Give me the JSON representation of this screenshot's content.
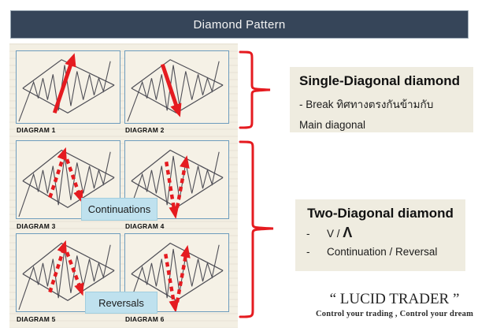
{
  "header": {
    "title": "Diamond Pattern"
  },
  "diagrams": [
    {
      "label": "DIAGRAM 1",
      "arrow": "solid-up"
    },
    {
      "label": "DIAGRAM 2",
      "arrow": "solid-down"
    },
    {
      "label": "DIAGRAM 3",
      "arrow": "dashed-up-then-down"
    },
    {
      "label": "DIAGRAM 4",
      "arrow": "dashed-down-then-up"
    },
    {
      "label": "DIAGRAM 5",
      "arrow": "dashed-up-then-down"
    },
    {
      "label": "DIAGRAM 6",
      "arrow": "dashed-down-then-up"
    }
  ],
  "tags": {
    "continuations": "Continuations",
    "reversals": "Reversals"
  },
  "notes": {
    "single": {
      "title": "Single-Diagonal diamond",
      "line1": "- Break ทิศทางตรงกันข้ามกับ",
      "line2": "Main diagonal"
    },
    "two": {
      "title": "Two-Diagonal diamond",
      "b1_marker": "-",
      "b1_text": "V / ",
      "b1_lambda": "Λ",
      "b2_marker": "-",
      "b2_text": "Continuation  / Reversal"
    }
  },
  "footer": {
    "brand": "“ LUCID TRADER ”",
    "tagline": "Control your trading , Control your dream"
  },
  "colors": {
    "accent_red": "#e51b20",
    "header_bg": "#364559",
    "panel_bg": "#f3efe3",
    "box_border": "#6d9cbd",
    "tag_bg": "#bfe1ee",
    "note_bg": "#efece0"
  }
}
